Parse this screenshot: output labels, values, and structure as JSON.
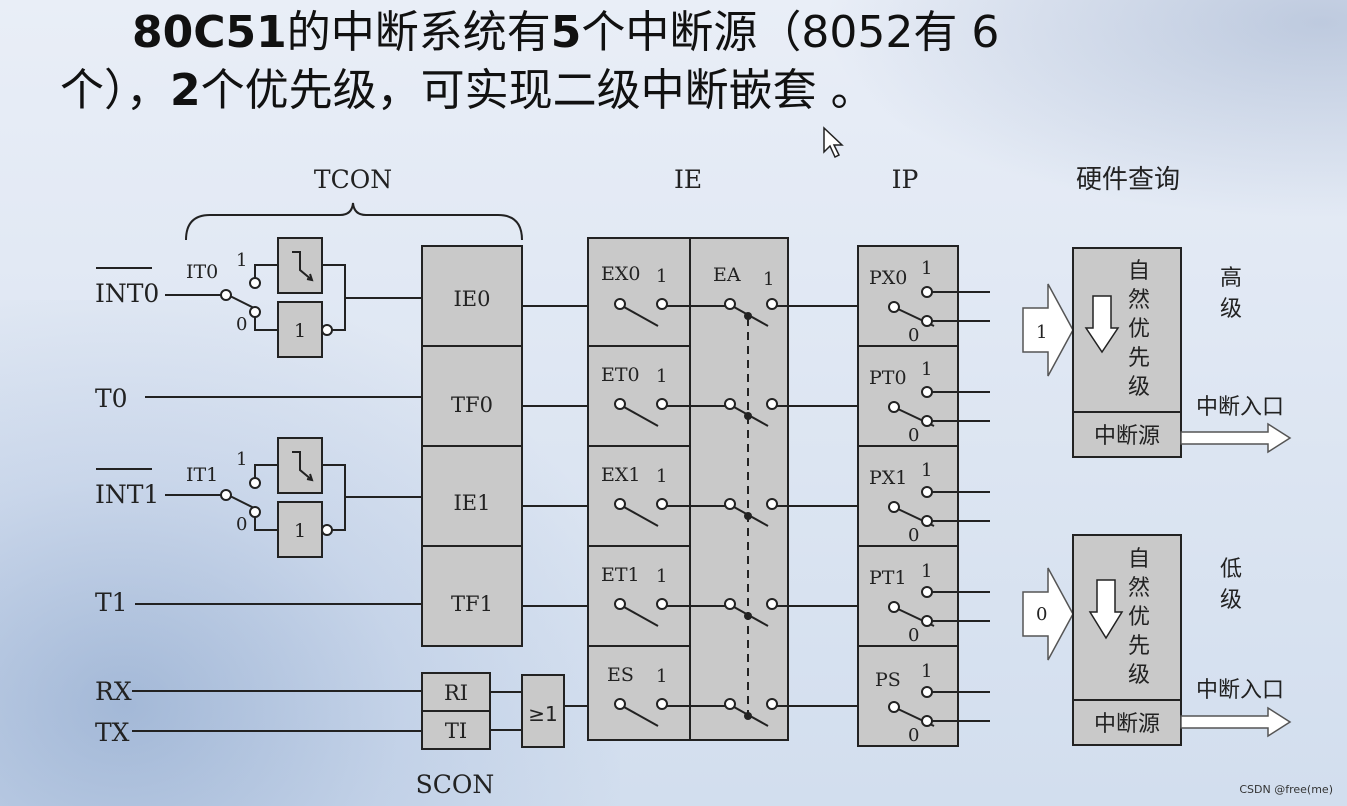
{
  "title": {
    "seg1": "80C51",
    "seg2": "的中断系统有",
    "seg3": "5",
    "seg4": "个中断源（8052有 6",
    "seg5": "个），",
    "seg6": "2",
    "seg7": "个优先级，可实现二级中断嵌套 。"
  },
  "headers": {
    "tcon": "TCON",
    "ie": "IE",
    "ip": "IP",
    "hw_query": "硬件查询",
    "scon": "SCON"
  },
  "inputs": {
    "int0": "INT0",
    "t0": "T0",
    "int1": "INT1",
    "t1": "T1",
    "rx": "RX",
    "tx": "TX"
  },
  "trigger": {
    "it0": "IT0",
    "it1": "IT1",
    "one": "1",
    "zero": "0",
    "gate_level": "1"
  },
  "flags": {
    "ie0": "IE0",
    "tf0": "TF0",
    "ie1": "IE1",
    "tf1": "TF1",
    "ri": "RI",
    "ti": "TI",
    "or_gate": "≥1"
  },
  "ie_switches": {
    "ex0": "EX0",
    "et0": "ET0",
    "ex1": "EX1",
    "et1": "ET1",
    "es": "ES",
    "ea": "EA",
    "one": "1"
  },
  "ip_switches": {
    "px0": "PX0",
    "pt0": "PT0",
    "px1": "PX1",
    "pt1": "PT1",
    "ps": "PS",
    "one": "1",
    "zero": "0"
  },
  "priority": {
    "high_arrow": "1",
    "low_arrow": "0",
    "natural": [
      "自",
      "然",
      "优",
      "先",
      "级"
    ],
    "source": "中断源",
    "entry": "中断入口",
    "high": [
      "高",
      "级"
    ],
    "low": [
      "低",
      "级"
    ]
  },
  "watermark": "CSDN @free(me)",
  "colors": {
    "box_fill": "#c9c9c9",
    "line": "#222222",
    "arrow_fill": "#ffffff"
  }
}
